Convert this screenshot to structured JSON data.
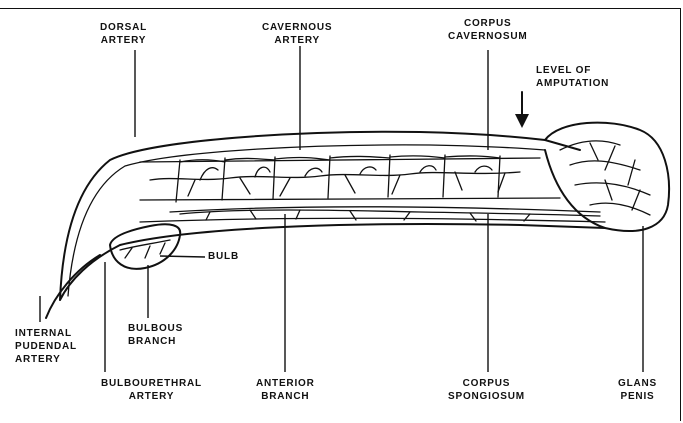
{
  "labels": {
    "dorsal_artery": "DORSAL\nARTERY",
    "cavernous_artery": "CAVERNOUS\nARTERY",
    "corpus_cavernosum": "CORPUS\nCAVERNOSUM",
    "level_of_amputation": "LEVEL OF\nAMPUTATION",
    "bulb": "BULB",
    "internal_pudendal_artery": "INTERNAL\nPUDENDAL\nARTERY",
    "bulbous_branch": "BULBOUS\nBRANCH",
    "bulbourethral_artery": "BULBOURETHRAL\nARTERY",
    "anterior_branch": "ANTERIOR\nBRANCH",
    "corpus_spongiosum": "CORPUS\nSPONGIOSUM",
    "glans_penis": "GLANS\nPENIS"
  },
  "colors": {
    "ink": "#111111",
    "background": "#ffffff"
  }
}
